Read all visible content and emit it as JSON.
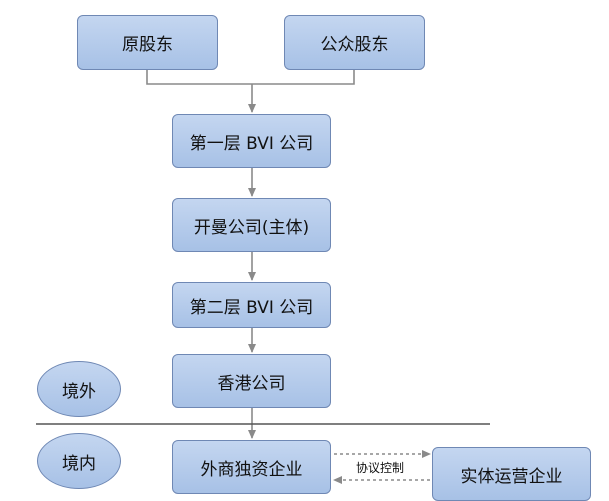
{
  "nodes": {
    "original_shareholders": "原股东",
    "public_shareholders": "公众股东",
    "first_bvi": "第一层 BVI 公司",
    "cayman": "开曼公司(主体)",
    "second_bvi": "第二层 BVI 公司",
    "hk_company": "香港公司",
    "wfoe": "外商独资企业",
    "operating_entity": "实体运营企业"
  },
  "regions": {
    "offshore": "境外",
    "onshore": "境内"
  },
  "edges": {
    "contract_control": "协议控制"
  },
  "colors": {
    "node_fill_top": "#c4d6f0",
    "node_fill_bottom": "#a7c1e6",
    "node_border": "#6f88b4",
    "connector": "#8a8a8a",
    "divider": "#555555"
  }
}
